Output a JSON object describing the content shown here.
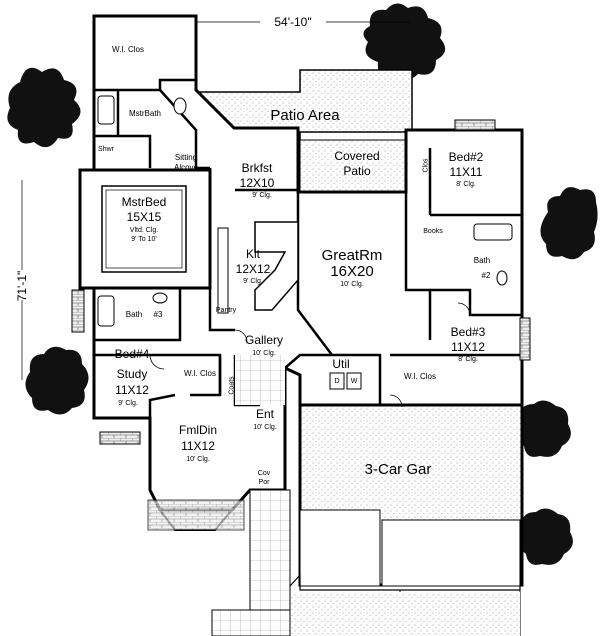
{
  "plan": {
    "overall_width": "54'-10\"",
    "overall_depth": "71'-1\"",
    "rooms": {
      "patio": {
        "name": "Patio Area"
      },
      "covered_patio": {
        "name1": "Covered",
        "name2": "Patio"
      },
      "mstr_bath": {
        "name": "MstrBath"
      },
      "wi_clos_top": {
        "name": "W.I. Clos"
      },
      "shwr": {
        "name": "Shwr"
      },
      "sitting": {
        "name1": "Sitting",
        "name2": "Alcove"
      },
      "mstr_bed": {
        "name": "MstrBed",
        "size": "15X15",
        "ceiling1": "Vltd. Clg.",
        "ceiling2": "9' To 10'"
      },
      "brkfst": {
        "name": "Brkfst",
        "size": "12X10",
        "ceiling": "9' Clg."
      },
      "kit": {
        "name": "Kit",
        "size": "12X12",
        "ceiling": "9' Clg."
      },
      "great_rm": {
        "name": "GreatRm",
        "size": "16X20",
        "ceiling": "10' Clg."
      },
      "bed2": {
        "name": "Bed#2",
        "size": "11X11",
        "ceiling": "8' Clg.",
        "clos": "Clos"
      },
      "books": {
        "name": "Books"
      },
      "bath2": {
        "name": "Bath",
        "num": "#2"
      },
      "bed3": {
        "name": "Bed#3",
        "size": "11X12",
        "ceiling": "8' Clg."
      },
      "bath3": {
        "name": "Bath",
        "num": "#3"
      },
      "pantry": {
        "name": "Pantry"
      },
      "gallery": {
        "name": "Gallery",
        "ceiling": "10' Clg."
      },
      "util": {
        "name": "Util",
        "d": "D",
        "w": "W"
      },
      "wi_clos_right": {
        "name": "W.I. Clos"
      },
      "bed4": {
        "name": "Bed#4",
        "study": "Study",
        "size": "11X12",
        "ceiling": "9' Clg.",
        "clos": "W.I. Clos"
      },
      "coats": {
        "name": "Coats"
      },
      "ent": {
        "name": "Ent",
        "ceiling": "10' Clg."
      },
      "fml_din": {
        "name": "FmlDin",
        "size": "11X12",
        "ceiling": "10' Clg."
      },
      "cov_por": {
        "name1": "Cov",
        "name2": "Por"
      },
      "garage": {
        "name": "3-Car Gar"
      }
    }
  }
}
